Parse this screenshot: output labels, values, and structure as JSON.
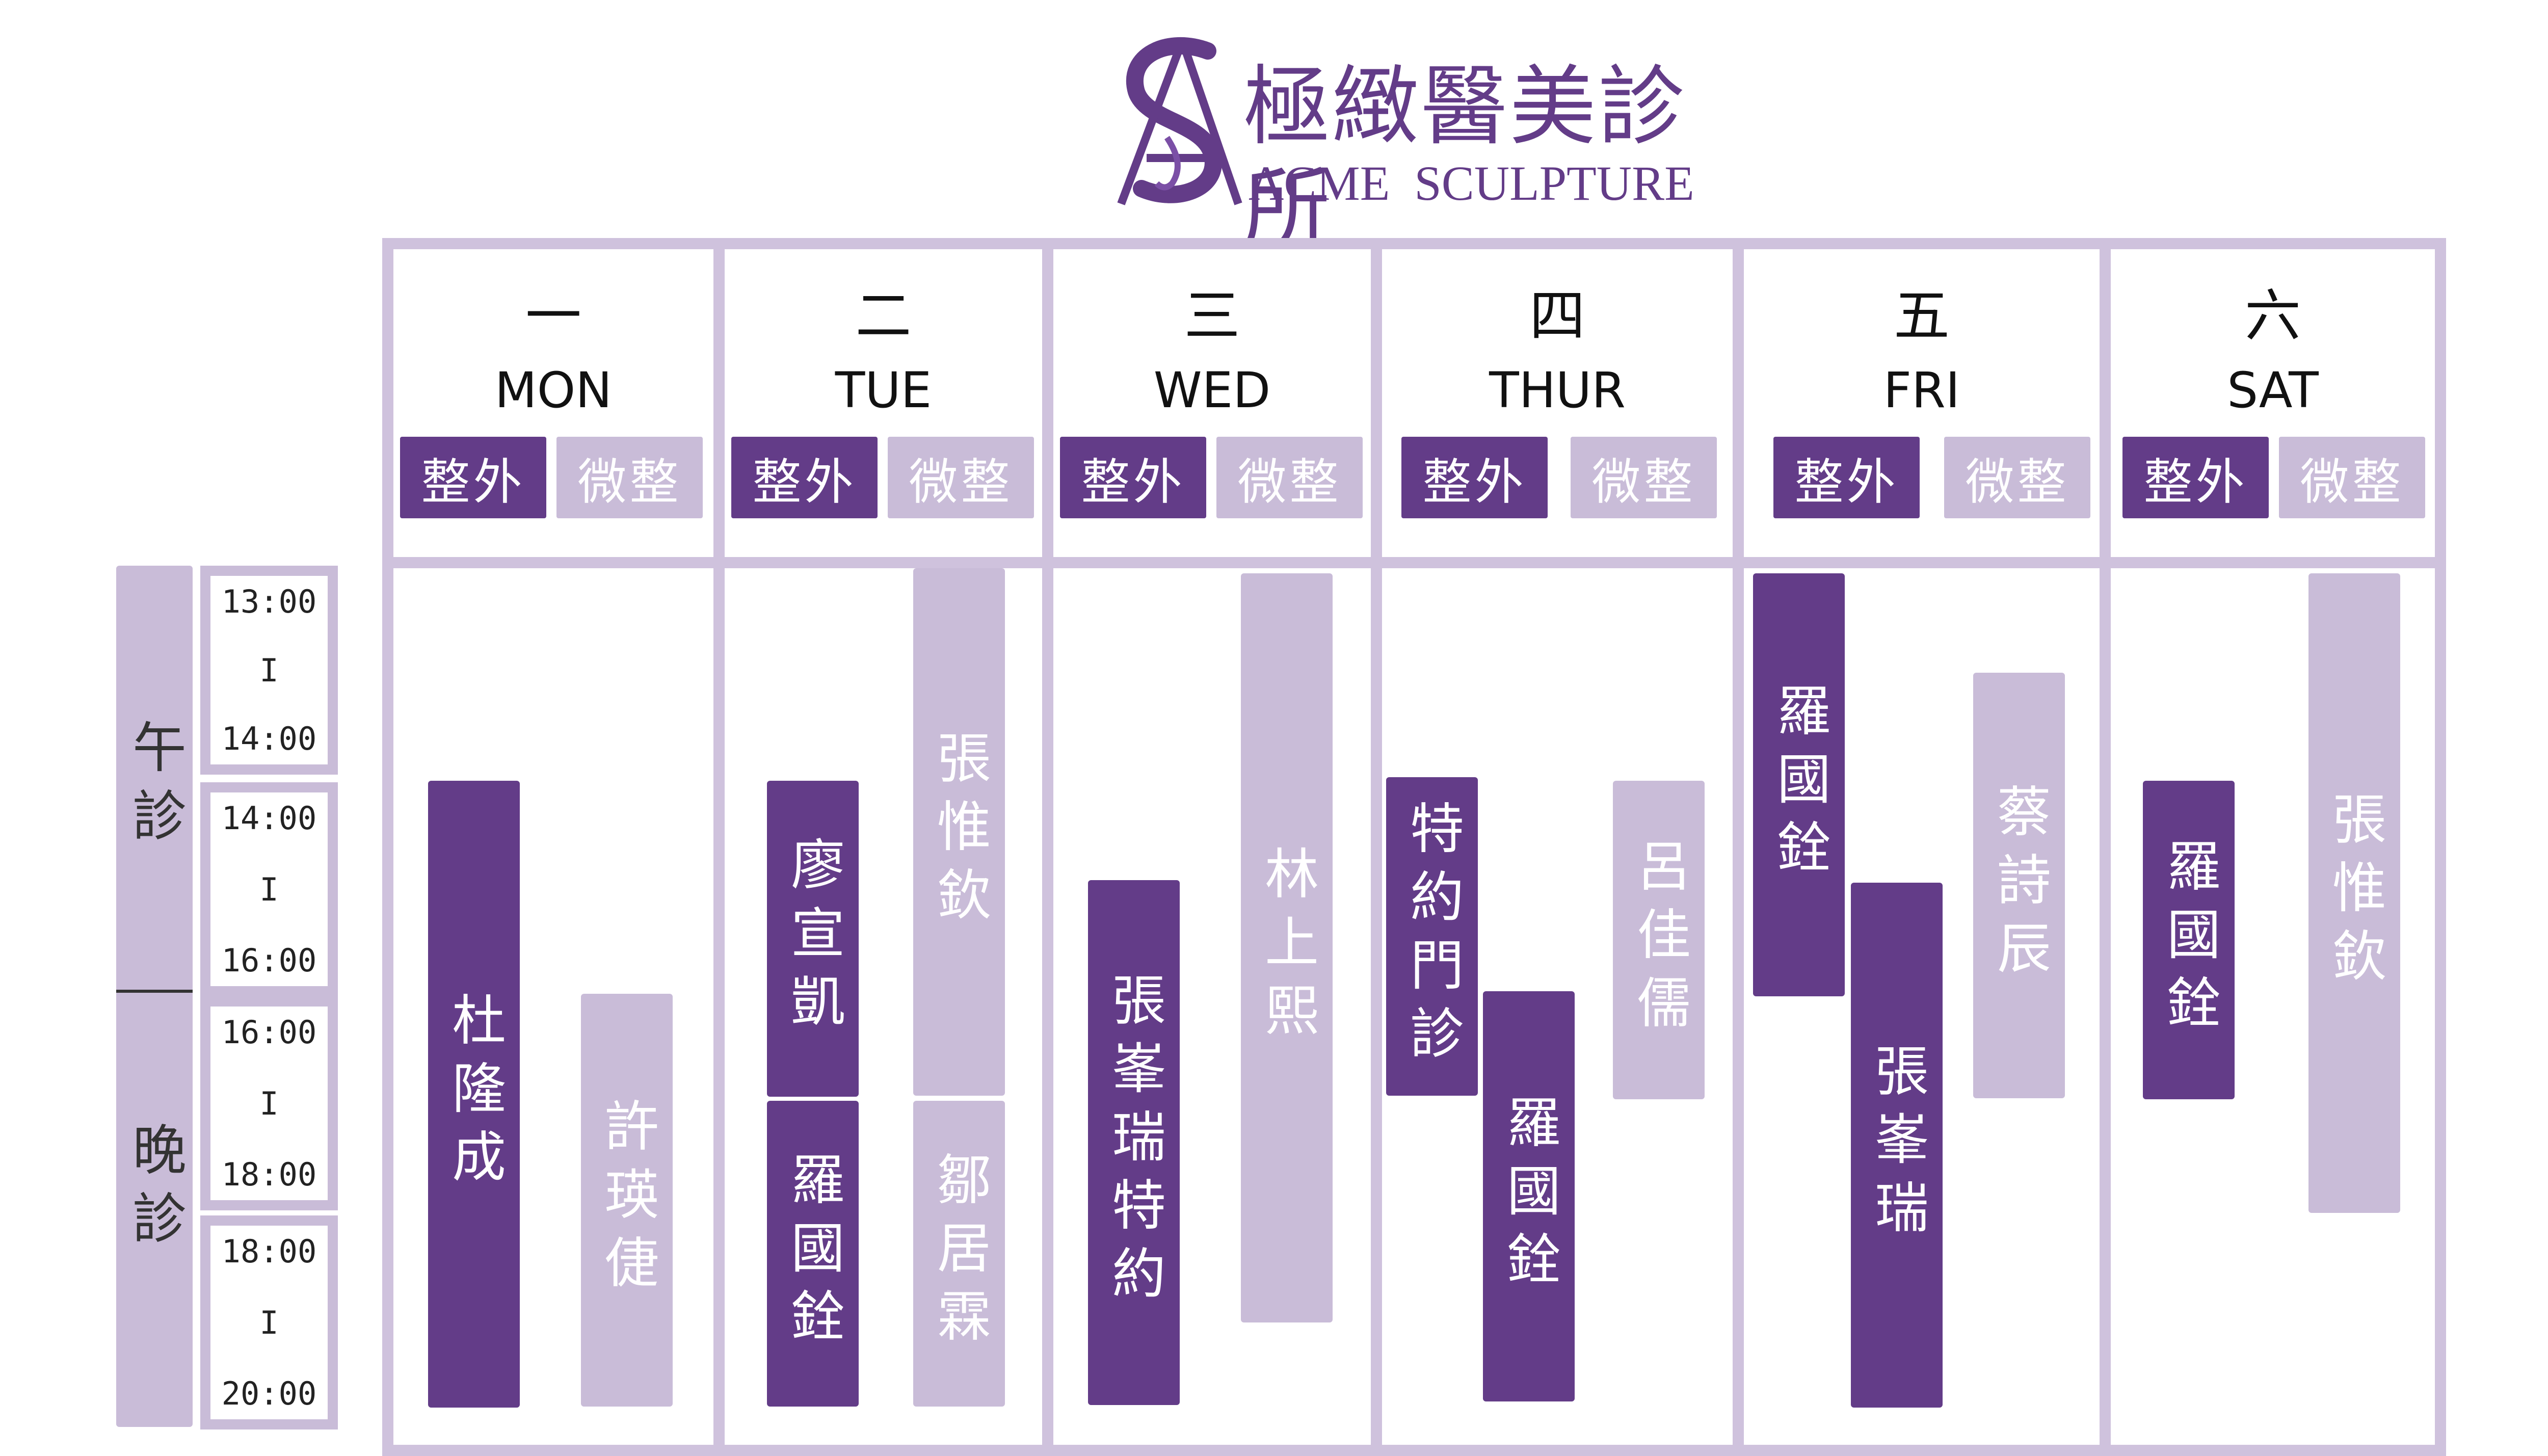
{
  "clinic": {
    "name_zh": "極緻醫美診所",
    "name_en": "ACME  SCULPTURE",
    "brand_color": "#633c88"
  },
  "days": [
    {
      "cn": "一",
      "en": "MON"
    },
    {
      "cn": "二",
      "en": "TUE"
    },
    {
      "cn": "三",
      "en": "WED"
    },
    {
      "cn": "四",
      "en": "THUR"
    },
    {
      "cn": "五",
      "en": "FRI"
    },
    {
      "cn": "六",
      "en": "SAT"
    }
  ],
  "categories": {
    "surgery": "整外",
    "micro": "微整"
  },
  "sessions": {
    "afternoon": "午診",
    "evening": "晚診"
  },
  "times": [
    {
      "start": "13:00",
      "sep": "I",
      "end": "14:00"
    },
    {
      "start": "14:00",
      "sep": "I",
      "end": "16:00"
    },
    {
      "start": "16:00",
      "sep": "I",
      "end": "18:00"
    },
    {
      "start": "18:00",
      "sep": "I",
      "end": "20:00"
    }
  ],
  "doctors": {
    "mon_surgery": "杜隆成",
    "mon_micro": "許瑛倢",
    "tue_surgery_1": "廖宣凱",
    "tue_surgery_2": "羅國銓",
    "tue_micro_1": "張惟欽",
    "tue_micro_2": "鄒居霖",
    "wed_surgery": "張峯瑞特約",
    "wed_micro": "林上熙",
    "thu_surgery_1": "特約門診",
    "thu_surgery_2": "羅國銓",
    "thu_micro": "呂佳儒",
    "fri_surgery_1": "羅國銓",
    "fri_surgery_2": "張峯瑞",
    "fri_micro": "蔡詩辰",
    "sat_surgery": "羅國銓",
    "sat_micro": "張惟欽"
  },
  "colors": {
    "surgery": "#633c88",
    "micro": "#c9bcd8",
    "frame": "#cfc2dd"
  }
}
